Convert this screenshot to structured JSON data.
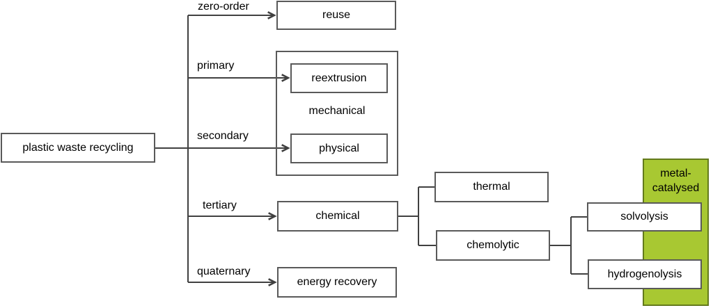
{
  "colors": {
    "line": "#404040",
    "box_border": "#595959",
    "highlight_fill": "#a8c832",
    "highlight_border": "#637a1c",
    "text": "#000000",
    "background": "#ffffff"
  },
  "root": {
    "label": "plastic waste recycling"
  },
  "branch_labels": {
    "zero_order": "zero-order",
    "primary": "primary",
    "secondary": "secondary",
    "tertiary": "tertiary",
    "quaternary": "quaternary"
  },
  "nodes": {
    "reuse": "reuse",
    "reextrusion": "reextrusion",
    "mechanical": "mechanical",
    "physical": "physical",
    "chemical": "chemical",
    "energy_recovery": "energy recovery",
    "thermal": "thermal",
    "chemolytic": "chemolytic",
    "solvolysis": "solvolysis",
    "hydrogenolysis": "hydrogenolysis",
    "metal_catalysed": "metal-catalysed"
  }
}
